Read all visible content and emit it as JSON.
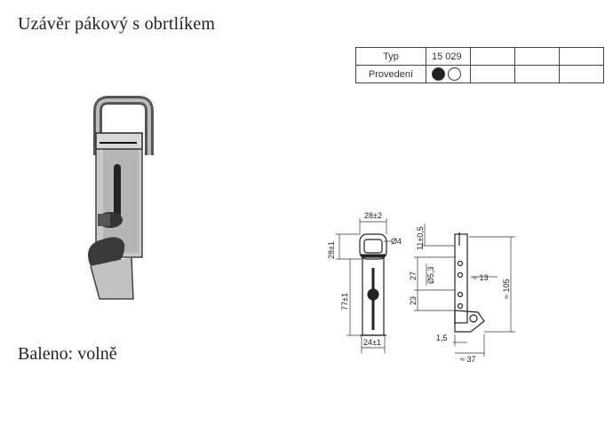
{
  "title": "Uzávěr pákový s obrtlíkem",
  "packing": "Baleno: volně",
  "spec_table": {
    "row1": {
      "label": "Typ",
      "value": "15 029"
    },
    "row2": {
      "label": "Provedení",
      "dots": [
        "filled",
        "open"
      ]
    }
  },
  "dimensions": {
    "top_width": "28±2",
    "hole_dia": "Ø4",
    "left_height": "28±1",
    "total_height": "77±1",
    "bottom_width": "24±1",
    "side_top": "11±0,5",
    "side_27": "27",
    "side_dia": "Ø5,3",
    "side_23": "23",
    "approx_13": "≈ 13",
    "approx_105": "≈ 105",
    "dim_1_5": "1,5",
    "approx_37": "≈ 37"
  }
}
